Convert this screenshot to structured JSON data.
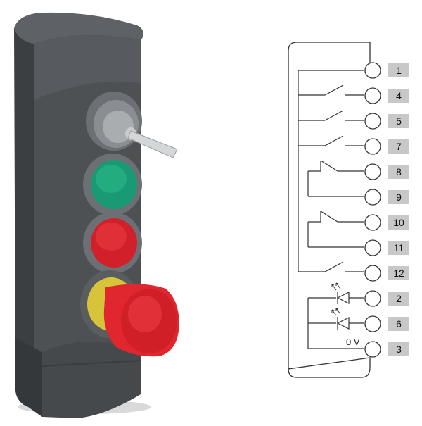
{
  "terminals": [
    "1",
    "4",
    "5",
    "7",
    "8",
    "9",
    "10",
    "11",
    "12",
    "2",
    "6",
    "3"
  ],
  "supply_label": "0 V",
  "colors": {
    "housing_main": "#4a4d50",
    "housing_dark": "#3b3e41",
    "housing_light": "#5d6165",
    "bezel": "#6c7074",
    "button_green": "#1a9a74",
    "button_red": "#d1202a",
    "estop_red": "#e0262e",
    "estop_ring": "#d6c43a",
    "label_box": "#c8c8c8",
    "line": "#333333"
  }
}
